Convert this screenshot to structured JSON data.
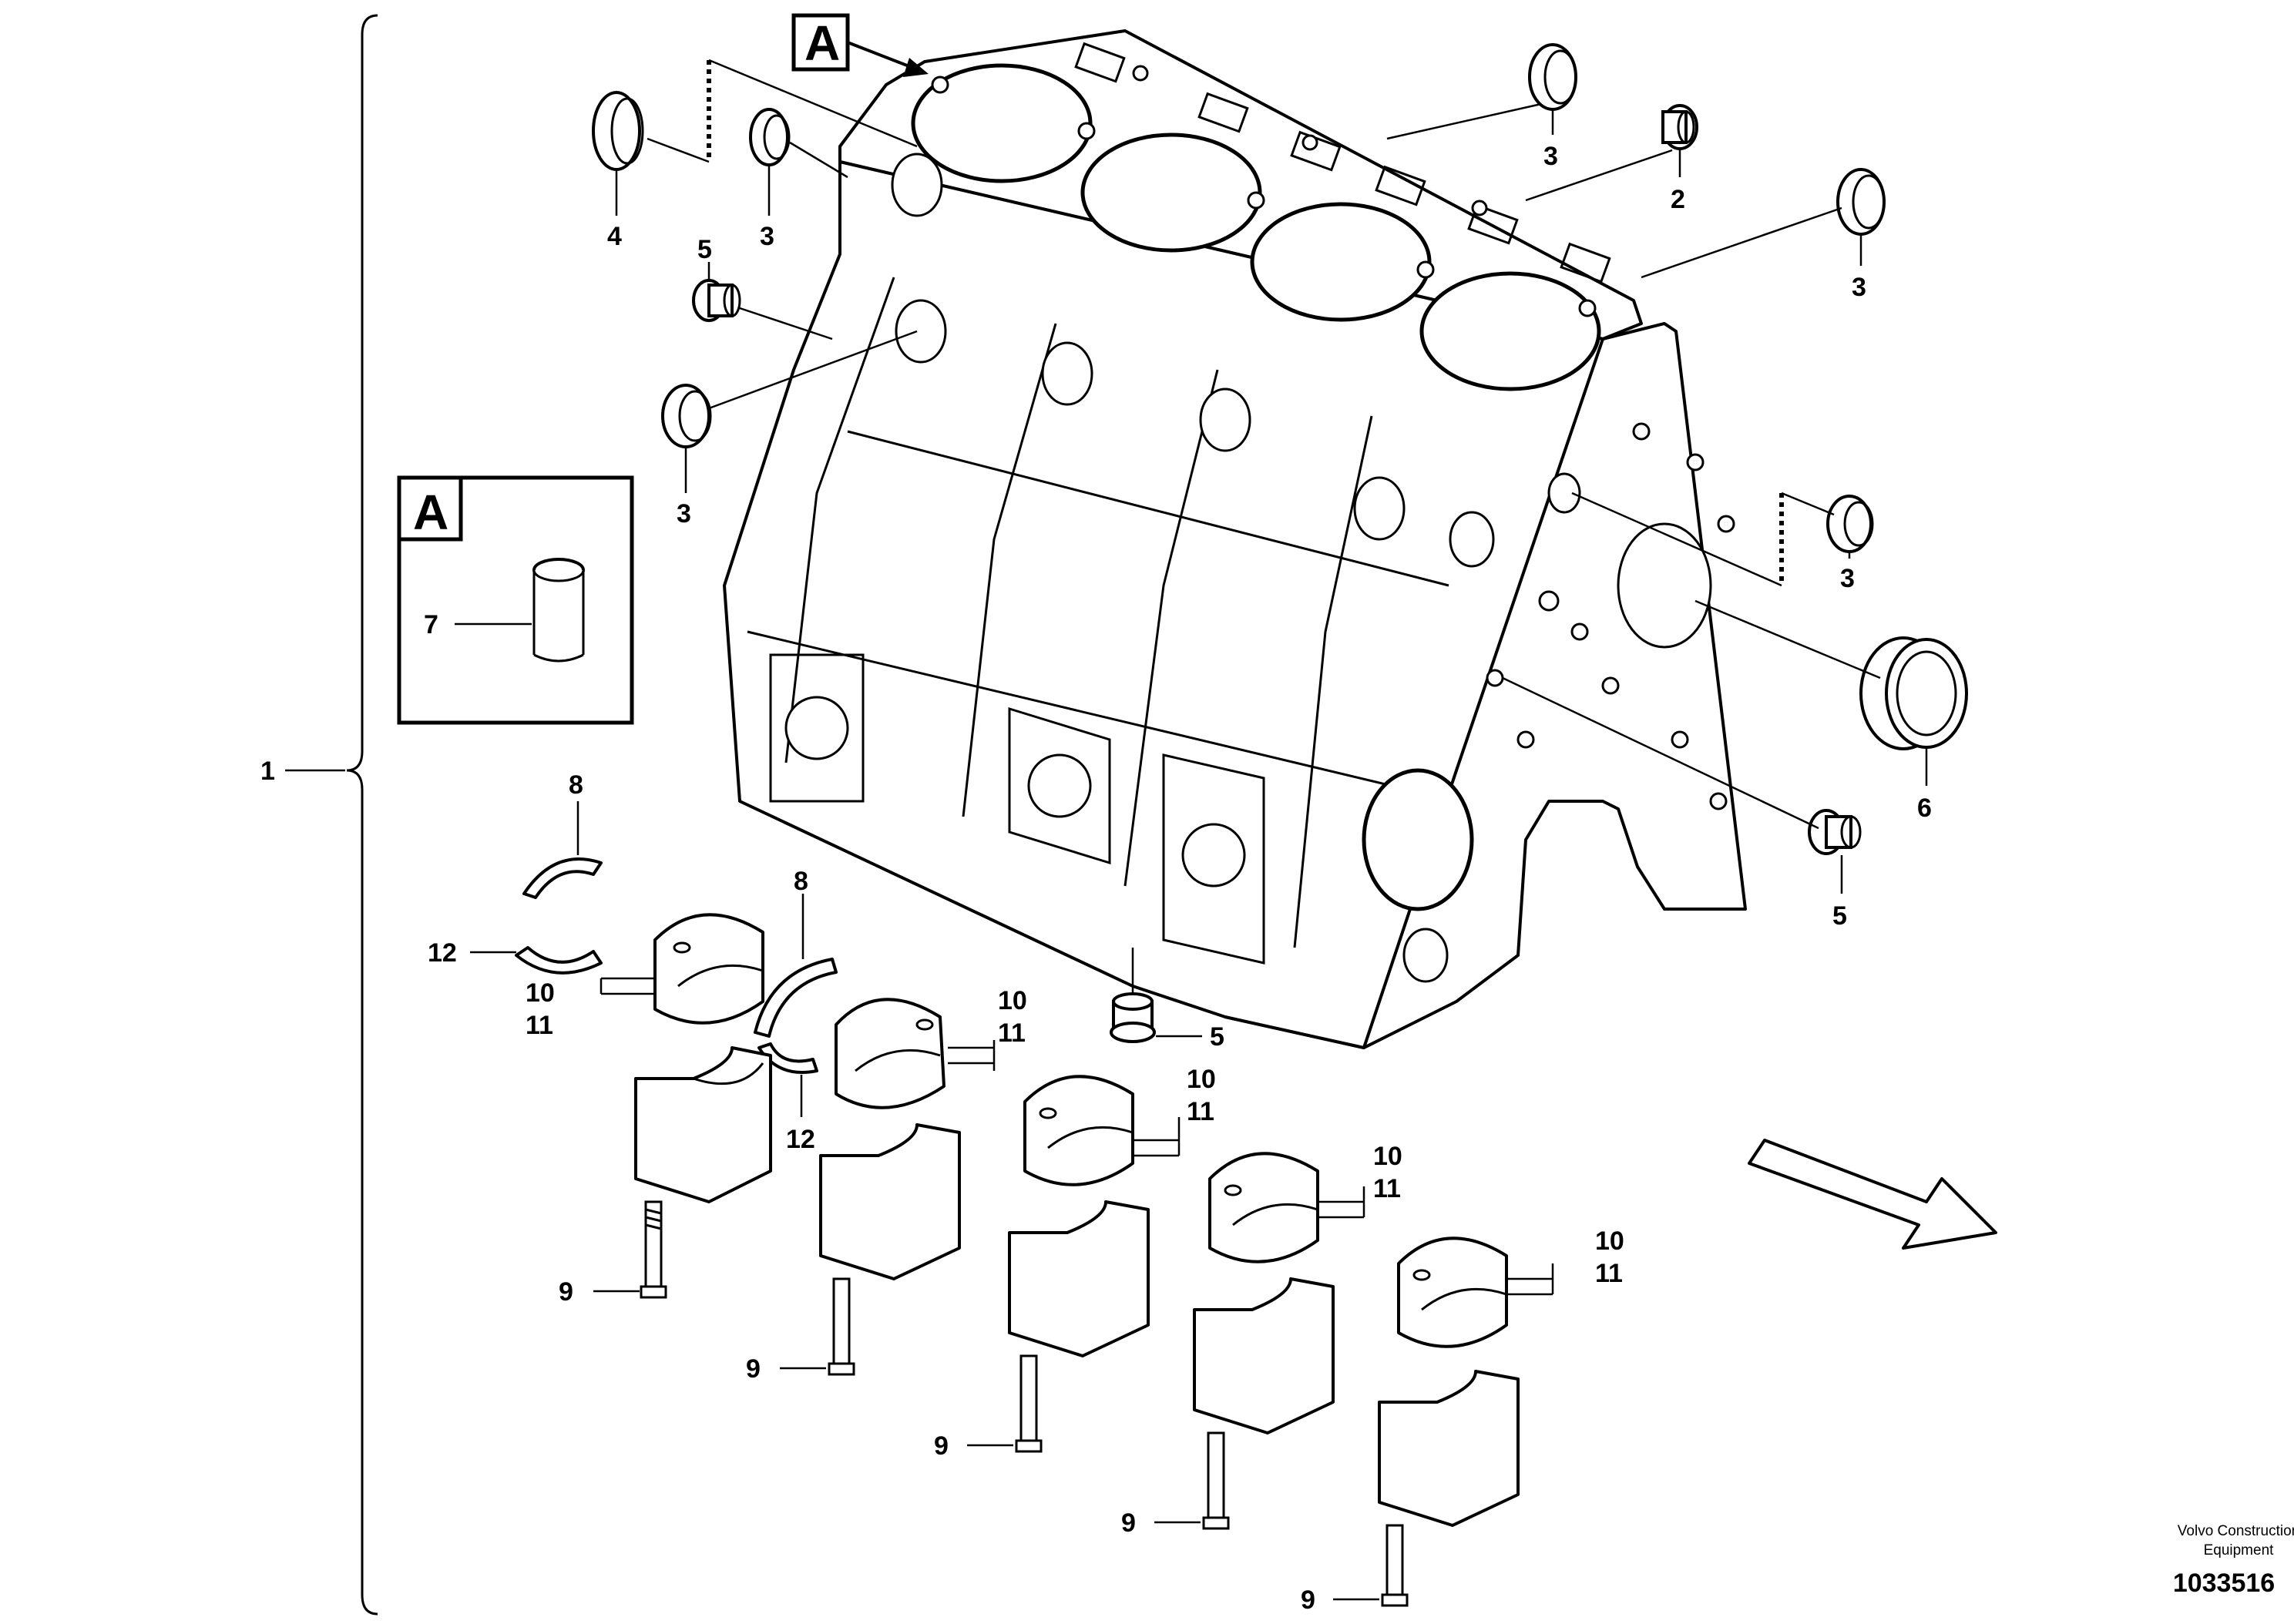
{
  "diagram": {
    "callouts": {
      "c1": "1",
      "c2": "2",
      "c3a": "3",
      "c3b": "3",
      "c3c": "3",
      "c3d": "3",
      "c3e": "3",
      "c4": "4",
      "c5a": "5",
      "c5b": "5",
      "c5c": "5",
      "c6": "6",
      "c7": "7",
      "c8a": "8",
      "c8b": "8",
      "c9a": "9",
      "c9b": "9",
      "c9c": "9",
      "c9d": "9",
      "c9e": "9",
      "c10a": "10",
      "c10b": "10",
      "c10c": "10",
      "c10d": "10",
      "c10e": "10",
      "c11a": "11",
      "c11b": "11",
      "c11c": "11",
      "c11d": "11",
      "c11e": "11",
      "c12a": "12",
      "c12b": "12"
    },
    "detail_marker": "A",
    "detail_box_marker": "A"
  },
  "footer": {
    "brand_line1": "Volvo Construction",
    "brand_line2": "Equipment",
    "doc_number": "1033516"
  }
}
